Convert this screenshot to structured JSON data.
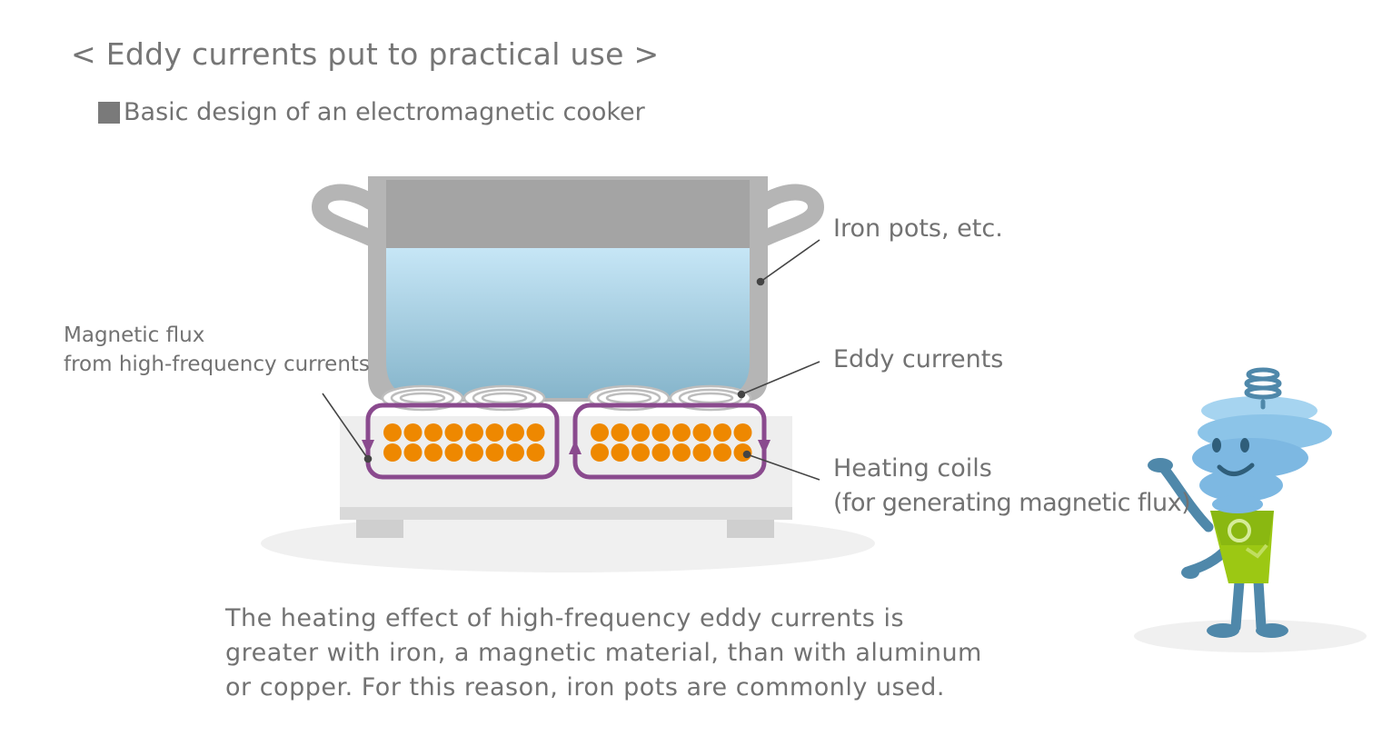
{
  "header": {
    "title": "< Eddy currents put to practical use >",
    "subtitle": "Basic design of an electromagnetic cooker"
  },
  "labels": {
    "iron_pots": "Iron pots, etc.",
    "eddy_currents": "Eddy currents",
    "heating_coils_line1": "Heating coils",
    "heating_coils_line2": "(for generating magnetic flux)",
    "magnetic_flux_line1": "Magnetic flux",
    "magnetic_flux_line2": "from high-frequency currents"
  },
  "caption": {
    "line1": "The heating effect of high-frequency eddy currents is",
    "line2": "greater with iron, a magnetic material, than with aluminum",
    "line3": "or copper. For this reason, iron pots are commonly used."
  },
  "colors": {
    "coil_orange": "#ee8800",
    "flux_purple": "#8a4a8e",
    "pot_gray": "#b5b5b5",
    "water_top": "#c4e4f4",
    "water_bottom": "#86b6cc",
    "character_blue": "#7db8e2",
    "character_green": "#9cc813"
  }
}
